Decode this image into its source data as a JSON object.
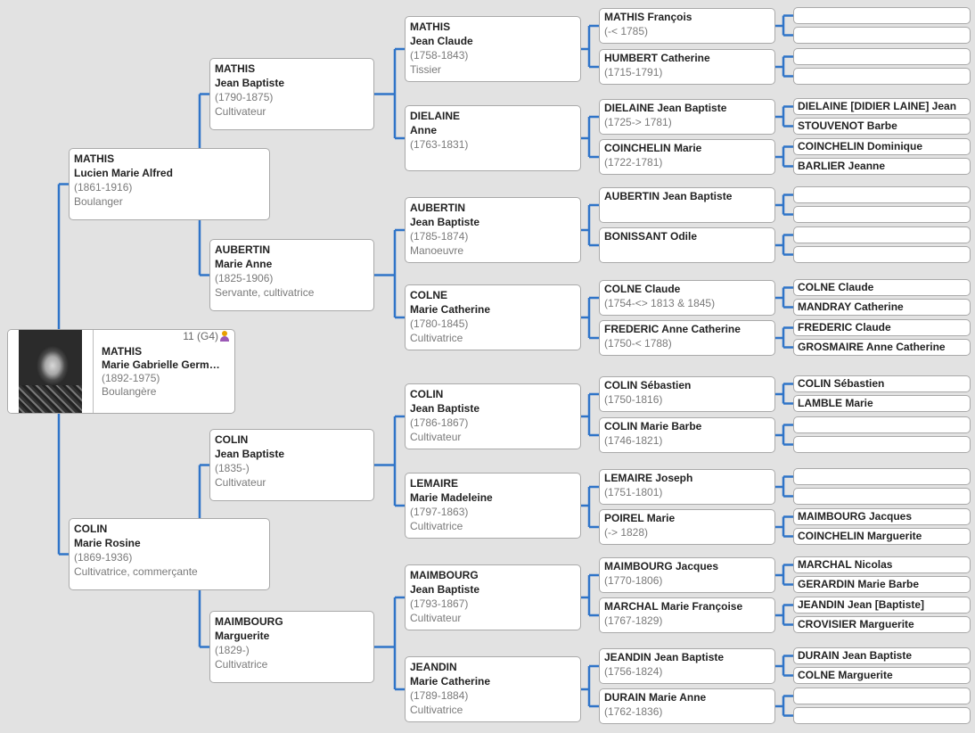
{
  "root": {
    "badge": "11 (G4)",
    "badge_icon": "person-icon",
    "lines": [
      "MATHIS",
      "Marie Gabrielle Germ…",
      "(1892-1975)",
      "Boulangère"
    ]
  },
  "g1": [
    [
      "MATHIS",
      "Lucien Marie Alfred",
      "(1861-1916)",
      "Boulanger"
    ],
    [
      "COLIN",
      "Marie Rosine",
      "(1869-1936)",
      "Cultivatrice, commerçante"
    ]
  ],
  "g2": [
    [
      "MATHIS",
      "Jean Baptiste",
      "(1790-1875)",
      "Cultivateur"
    ],
    [
      "AUBERTIN",
      "Marie Anne",
      "(1825-1906)",
      "Servante, cultivatrice"
    ],
    [
      "COLIN",
      "Jean Baptiste",
      "(1835-)",
      "Cultivateur"
    ],
    [
      "MAIMBOURG",
      "Marguerite",
      "(1829-)",
      "Cultivatrice"
    ]
  ],
  "g3": [
    [
      "MATHIS",
      "Jean Claude",
      "(1758-1843)",
      "Tissier"
    ],
    [
      "DIELAINE",
      "Anne",
      "(1763-1831)",
      ""
    ],
    [
      "AUBERTIN",
      "Jean Baptiste",
      "(1785-1874)",
      "Manoeuvre"
    ],
    [
      "COLNE",
      "Marie Catherine",
      "(1780-1845)",
      "Cultivatrice"
    ],
    [
      "COLIN",
      "Jean Baptiste",
      "(1786-1867)",
      "Cultivateur"
    ],
    [
      "LEMAIRE",
      "Marie Madeleine",
      "(1797-1863)",
      "Cultivatrice"
    ],
    [
      "MAIMBOURG",
      "Jean Baptiste",
      "(1793-1867)",
      "Cultivateur"
    ],
    [
      "JEANDIN",
      "Marie Catherine",
      "(1789-1884)",
      "Cultivatrice"
    ]
  ],
  "g4": [
    [
      "MATHIS François",
      "(-< 1785)"
    ],
    [
      "HUMBERT Catherine",
      "(1715-1791)"
    ],
    [
      "DIELAINE Jean Baptiste",
      "(1725-> 1781)"
    ],
    [
      "COINCHELIN Marie",
      "(1722-1781)"
    ],
    [
      "AUBERTIN Jean Baptiste",
      ""
    ],
    [
      "BONISSANT Odile",
      ""
    ],
    [
      "COLNE Claude",
      "(1754-<> 1813 & 1845)"
    ],
    [
      "FREDERIC Anne Catherine",
      "(1750-< 1788)"
    ],
    [
      "COLIN Sébastien",
      "(1750-1816)"
    ],
    [
      "COLIN Marie Barbe",
      "(1746-1821)"
    ],
    [
      "LEMAIRE Joseph",
      "(1751-1801)"
    ],
    [
      "POIREL Marie",
      "(-> 1828)"
    ],
    [
      "MAIMBOURG Jacques",
      "(1770-1806)"
    ],
    [
      "MARCHAL Marie Françoise",
      "(1767-1829)"
    ],
    [
      "JEANDIN Jean Baptiste",
      "(1756-1824)"
    ],
    [
      "DURAIN Marie Anne",
      "(1762-1836)"
    ]
  ],
  "g5": [
    "",
    "",
    "",
    "",
    "DIELAINE [DIDIER LAINE] Jean",
    "STOUVENOT Barbe",
    "COINCHELIN Dominique",
    "BARLIER Jeanne",
    "",
    "",
    "",
    "",
    "COLNE Claude",
    "MANDRAY Catherine",
    "FREDERIC Claude",
    "GROSMAIRE Anne Catherine",
    "COLIN Sébastien",
    "LAMBLE Marie",
    "",
    "",
    "",
    "",
    "MAIMBOURG Jacques",
    "COINCHELIN Marguerite",
    "MARCHAL Nicolas",
    "GERARDIN Marie Barbe",
    "JEANDIN Jean [Baptiste]",
    "CROVISIER Marguerite",
    "DURAIN Jean Baptiste",
    "COLNE Marguerite"
  ],
  "colors": {
    "background": "#e2e2e2",
    "connector": "#2f74c8",
    "box_border": "#a9a9a9"
  }
}
